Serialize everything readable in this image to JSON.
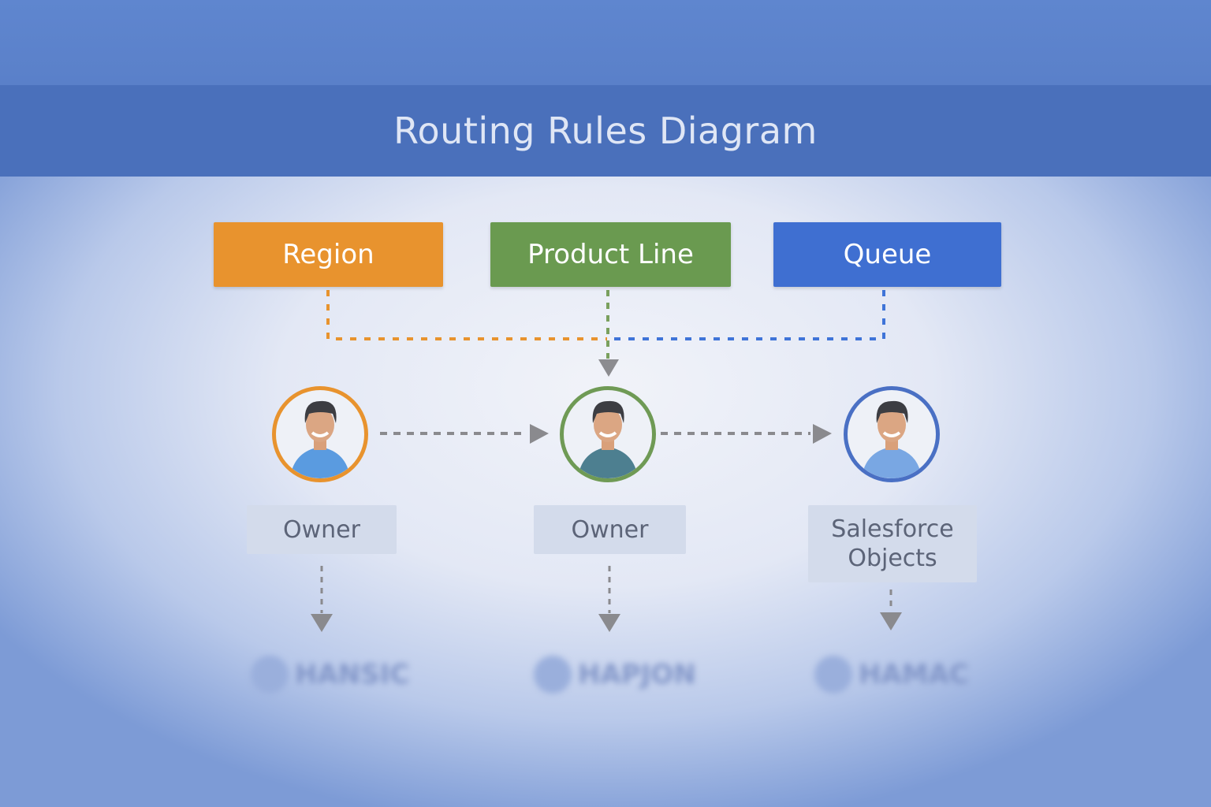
{
  "header": {
    "title": "Routing Rules Diagram"
  },
  "categories": [
    {
      "label": "Region",
      "color": "#e8932e"
    },
    {
      "label": "Product Line",
      "color": "#6a9a50"
    },
    {
      "label": "Queue",
      "color": "#3f6fd1"
    }
  ],
  "nodes": [
    {
      "icon": "person-avatar-icon",
      "ring_color": "#e8932e",
      "shirt": "#5a9be0",
      "label": "Owner",
      "blurred_label": "HANSIC"
    },
    {
      "icon": "person-avatar-icon",
      "ring_color": "#6f9a55",
      "shirt": "#4d7f90",
      "label": "Owner",
      "blurred_label": "HAPJON"
    },
    {
      "icon": "person-avatar-icon",
      "ring_color": "#4a70c4",
      "shirt": "#79a7e3",
      "label": "Salesforce Objects",
      "blurred_label": "HAMAC"
    }
  ]
}
